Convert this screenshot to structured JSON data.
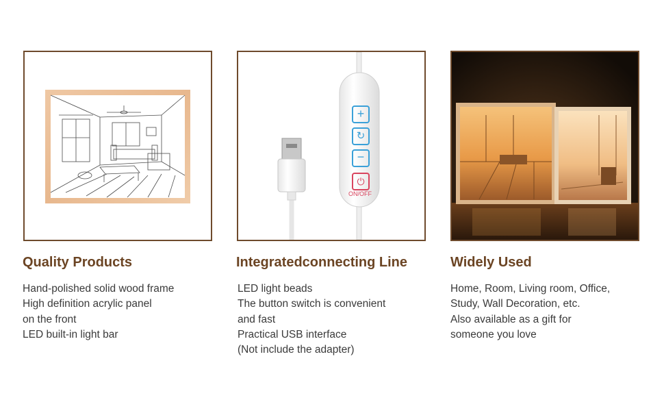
{
  "features": [
    {
      "title": "Quality Products",
      "lines": [
        "Hand-polished solid wood frame",
        "High definition acrylic panel",
        "on the front",
        "LED built-in light bar"
      ]
    },
    {
      "title": "Integratedconnecting Line",
      "lines": [
        "LED light beads",
        "The button switch is convenient",
        "and fast",
        "Practical USB interface",
        "(Not include the adapter)"
      ],
      "controller": {
        "on_off_label": "ON/OFF"
      }
    },
    {
      "title": "Widely Used",
      "lines": [
        "Home, Room, Living room, Office,",
        "Study, Wall Decoration, etc.",
        "Also available as a gift for",
        "someone you love"
      ]
    }
  ],
  "colors": {
    "heading": "#6b4423",
    "frame_border": "#6e4a2c",
    "body_text": "#3a3a3a"
  }
}
